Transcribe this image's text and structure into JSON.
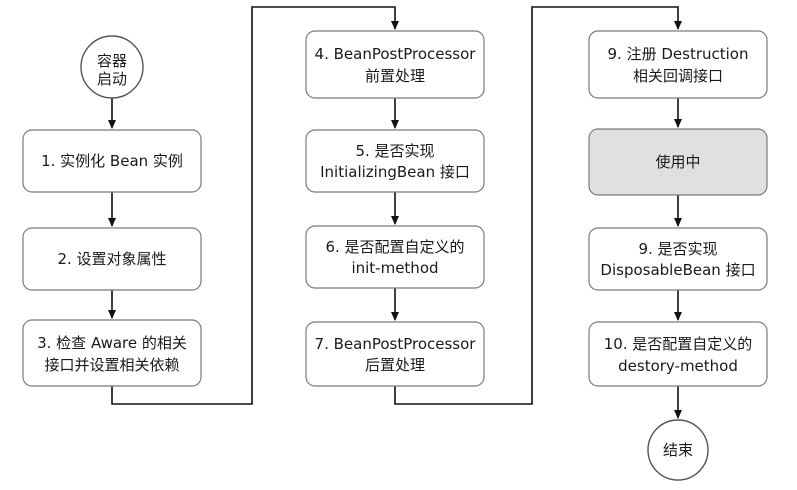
{
  "nodes": {
    "start": {
      "lines": [
        "容器",
        "启动"
      ]
    },
    "n1": {
      "lines": [
        "1. 实例化 Bean 实例"
      ]
    },
    "n2": {
      "lines": [
        "2. 设置对象属性"
      ]
    },
    "n3": {
      "lines": [
        "3. 检查 Aware 的相关",
        "接口并设置相关依赖"
      ]
    },
    "n4": {
      "lines": [
        "4. BeanPostProcessor",
        "前置处理"
      ]
    },
    "n5": {
      "lines": [
        "5. 是否实现",
        "InitializingBean 接口"
      ]
    },
    "n6": {
      "lines": [
        "6. 是否配置自定义的",
        "init-method"
      ]
    },
    "n7": {
      "lines": [
        "7. BeanPostProcessor",
        "后置处理"
      ]
    },
    "n9a": {
      "lines": [
        "9. 注册 Destruction",
        "相关回调接口"
      ]
    },
    "inuse": {
      "lines": [
        "使用中"
      ]
    },
    "n9b": {
      "lines": [
        "9. 是否实现",
        "DisposableBean 接口"
      ]
    },
    "n10": {
      "lines": [
        "10. 是否配置自定义的",
        "destory-method"
      ]
    },
    "end": {
      "lines": [
        "结束"
      ]
    }
  }
}
